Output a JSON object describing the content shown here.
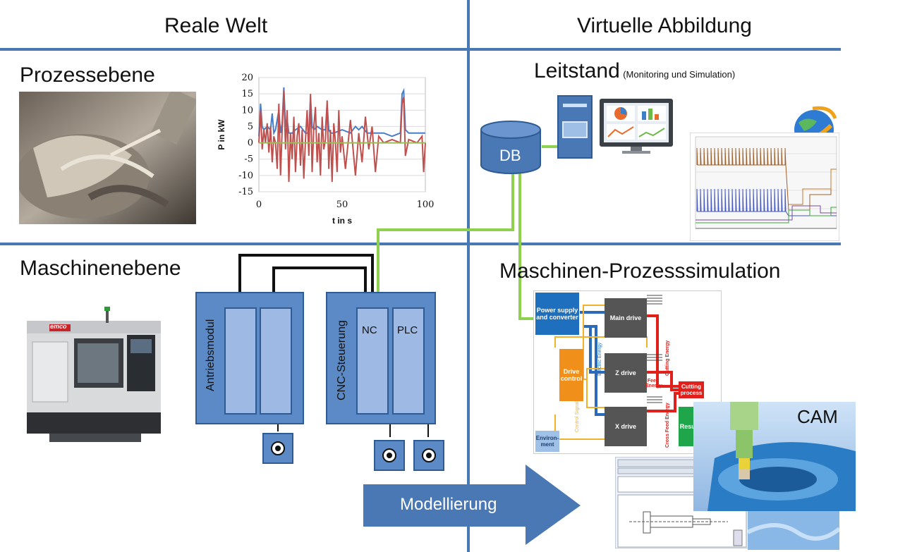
{
  "headers": {
    "left": "Reale Welt",
    "right": "Virtuelle Abbildung"
  },
  "sections": {
    "process_level": "Prozessebene",
    "machine_level": "Maschinenebene",
    "control_station": "Leitstand",
    "control_station_note": "(Monitoring und Simulation)",
    "machine_process_sim": "Maschinen-Prozesssimulation",
    "modeling_arrow": "Modellierung",
    "cam_label": "CAM"
  },
  "hardware": {
    "drive_module": "Antriebsmodul",
    "cnc_control": "CNC-Steuerung",
    "nc": "NC",
    "plc": "PLC",
    "db": "DB",
    "machine_brand": "emco"
  },
  "sim_blocks": {
    "power_supply": "Power supply and converter",
    "main_drive": "Main drive",
    "z_drive": "Z drive",
    "x_drive": "X drive",
    "drive_control": "Drive control",
    "cutting_process": "Cutting process",
    "results": "Results",
    "environment": "Environ-ment",
    "electric_energy": "Electric Energy",
    "cutting_energy": "Cutting Energy",
    "feed_energy": "Feed Energy",
    "cross_feed_energy": "Cross Feed Energy",
    "control_signal": "Control Signal"
  },
  "colors": {
    "grid": "#4a78b4",
    "module_fill": "#5b8ac6",
    "slot_fill": "#9db9e4",
    "green_link": "#8fd14f",
    "series_blue": "#4a7ec4",
    "series_red": "#c0504d",
    "series_green": "#9bbb59"
  },
  "chart_data": {
    "type": "line",
    "xlabel": "t in s",
    "ylabel": "P in kW",
    "xlim": [
      0,
      100
    ],
    "ylim": [
      -15,
      20
    ],
    "xticks": [
      "0",
      "50",
      "100"
    ],
    "yticks": [
      "20",
      "15",
      "10",
      "5",
      "0",
      "-5",
      "-10",
      "-15"
    ],
    "grid": true,
    "series": [
      {
        "color": "#4a7ec4",
        "x": [
          0,
          1,
          2,
          3,
          5,
          7,
          8,
          9,
          10,
          12,
          13,
          14,
          15,
          16,
          17,
          18,
          20,
          22,
          25,
          28,
          30,
          31,
          32,
          33,
          35,
          38,
          40,
          41,
          42,
          43,
          45,
          50,
          55,
          58,
          60,
          62,
          65,
          70,
          75,
          80,
          85,
          86,
          87,
          88,
          90,
          95,
          100
        ],
        "y": [
          2,
          12,
          5,
          4,
          5,
          4,
          9,
          3,
          4,
          10,
          3,
          6,
          17,
          5,
          7,
          3,
          3,
          4,
          5,
          3,
          3,
          14,
          5,
          4,
          5,
          4,
          4,
          12,
          4,
          3,
          3,
          4,
          3,
          5,
          4,
          5,
          3,
          3,
          3,
          2,
          3,
          15,
          16,
          4,
          3,
          3,
          3
        ]
      },
      {
        "color": "#c0504d",
        "x": [
          0,
          1,
          2,
          3,
          4,
          5,
          6,
          7,
          8,
          9,
          10,
          11,
          12,
          13,
          14,
          15,
          16,
          17,
          18,
          19,
          20,
          21,
          22,
          23,
          24,
          25,
          26,
          27,
          28,
          29,
          30,
          31,
          32,
          33,
          34,
          35,
          36,
          37,
          38,
          39,
          40,
          41,
          42,
          43,
          44,
          45,
          46,
          47,
          48,
          49,
          50,
          52,
          55,
          58,
          60,
          62,
          64,
          66,
          68,
          70,
          72,
          75,
          80,
          85,
          86,
          87,
          88,
          90,
          95,
          98,
          99,
          100
        ],
        "y": [
          0,
          10,
          -2,
          4,
          0,
          6,
          -3,
          5,
          -6,
          2,
          0,
          -8,
          12,
          -10,
          4,
          16,
          -2,
          10,
          -12,
          3,
          -5,
          8,
          -9,
          2,
          6,
          -7,
          4,
          -11,
          1,
          10,
          -4,
          15,
          -9,
          5,
          11,
          -6,
          3,
          -10,
          8,
          -2,
          1,
          13,
          -8,
          4,
          -12,
          6,
          0,
          -9,
          10,
          -3,
          2,
          -8,
          7,
          -10,
          3,
          -6,
          8,
          -2,
          5,
          -9,
          2,
          0,
          1,
          0,
          12,
          14,
          -4,
          1,
          0,
          2,
          -9,
          0
        ]
      },
      {
        "color": "#9bbb59",
        "x": [
          0,
          100
        ],
        "y": [
          0,
          0
        ]
      }
    ]
  }
}
